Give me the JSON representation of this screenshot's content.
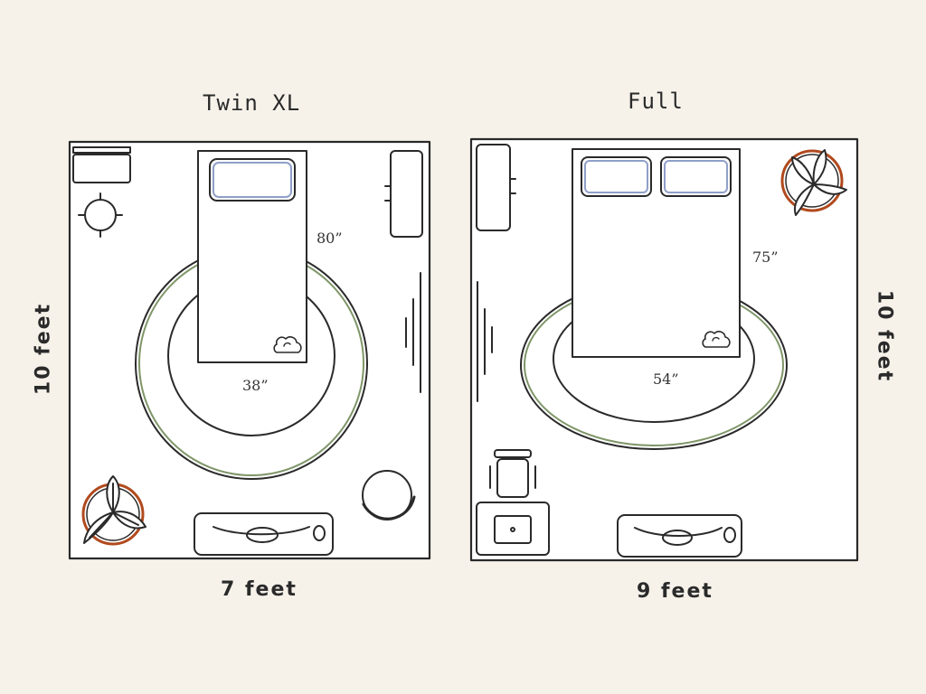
{
  "colors": {
    "background": "#f6f2ea",
    "room_fill": "#ffffff",
    "line": "#2a2a2a",
    "pillow": "#8fa0c8",
    "rug_accent": "#7f9668",
    "planter": "#b14a1e"
  },
  "rooms": [
    {
      "title": "Twin XL",
      "width_label": "7 feet",
      "height_label": "10 feet",
      "bed_length": "80”",
      "bed_width": "38”"
    },
    {
      "title": "Full",
      "width_label": "9 feet",
      "height_label": "10 feet",
      "bed_length": "75”",
      "bed_width": "54”"
    }
  ],
  "icons": [
    "plant-icon",
    "chair-icon",
    "dresser-icon",
    "nightstand-icon",
    "desk-icon",
    "cloud-icon"
  ]
}
